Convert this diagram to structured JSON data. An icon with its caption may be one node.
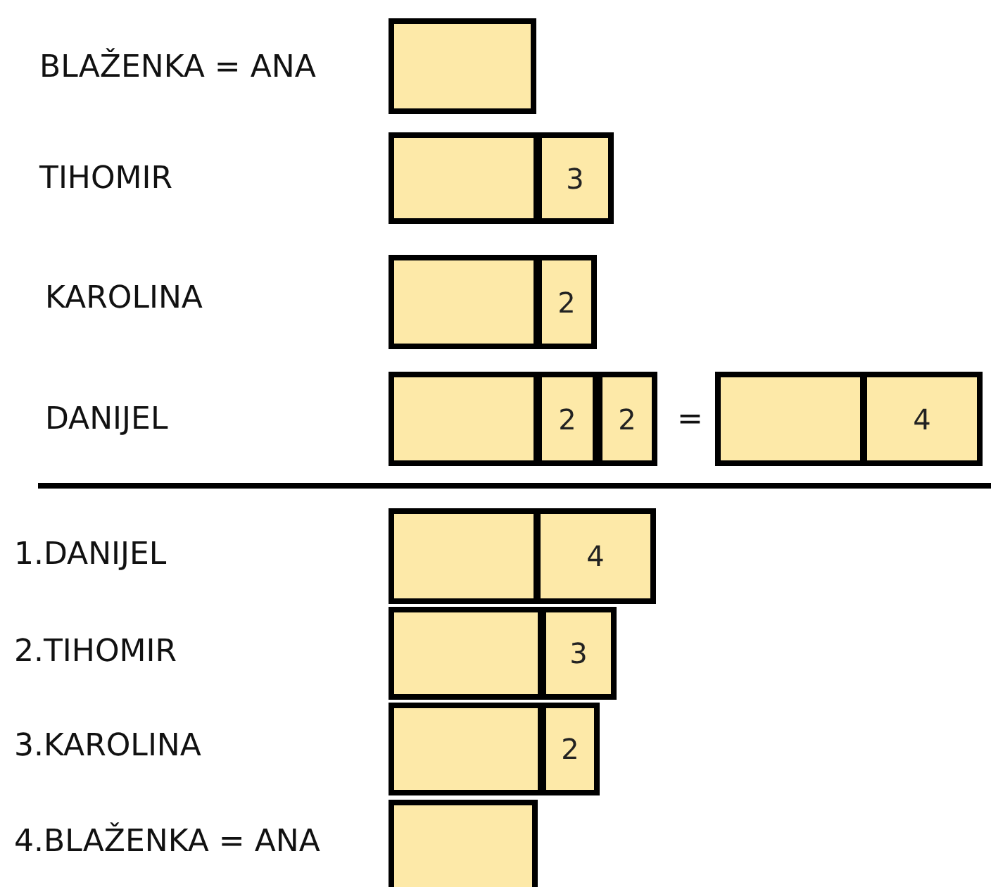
{
  "diagram": {
    "nodes": [
      {
        "text": [],
        "shape": "box"
      },
      {
        "text": [],
        "shape": "box"
      },
      {
        "text": [
          "3"
        ]
      },
      {
        "text": [],
        "shape": "box"
      },
      {
        "text": [
          "2"
        ]
      },
      {
        "text": [],
        "shape": "box"
      },
      {
        "text": [
          "2"
        ]
      },
      {
        "text": [
          "2"
        ]
      },
      {
        "text": [],
        "shape": "box"
      },
      {
        "text": [
          "4"
        ]
      },
      {
        "text": [],
        "shape": "box"
      },
      {
        "text": [
          "4"
        ]
      },
      {
        "text": [],
        "shape": "box"
      },
      {
        "text": [
          "3"
        ]
      },
      {
        "text": [],
        "shape": "box"
      },
      {
        "text": [
          "2"
        ]
      },
      {
        "text": [],
        "shape": "box"
      }
    ],
    "edges": [],
    "labels": [
      "BLAŽENKA = ANA",
      "TIHOMIR",
      "KAROLINA",
      "DANIJEL",
      "=",
      "1.DANIJEL",
      "2.TIHOMIR",
      "3.KAROLINA",
      "4.BLAŽENKA = ANA"
    ]
  }
}
